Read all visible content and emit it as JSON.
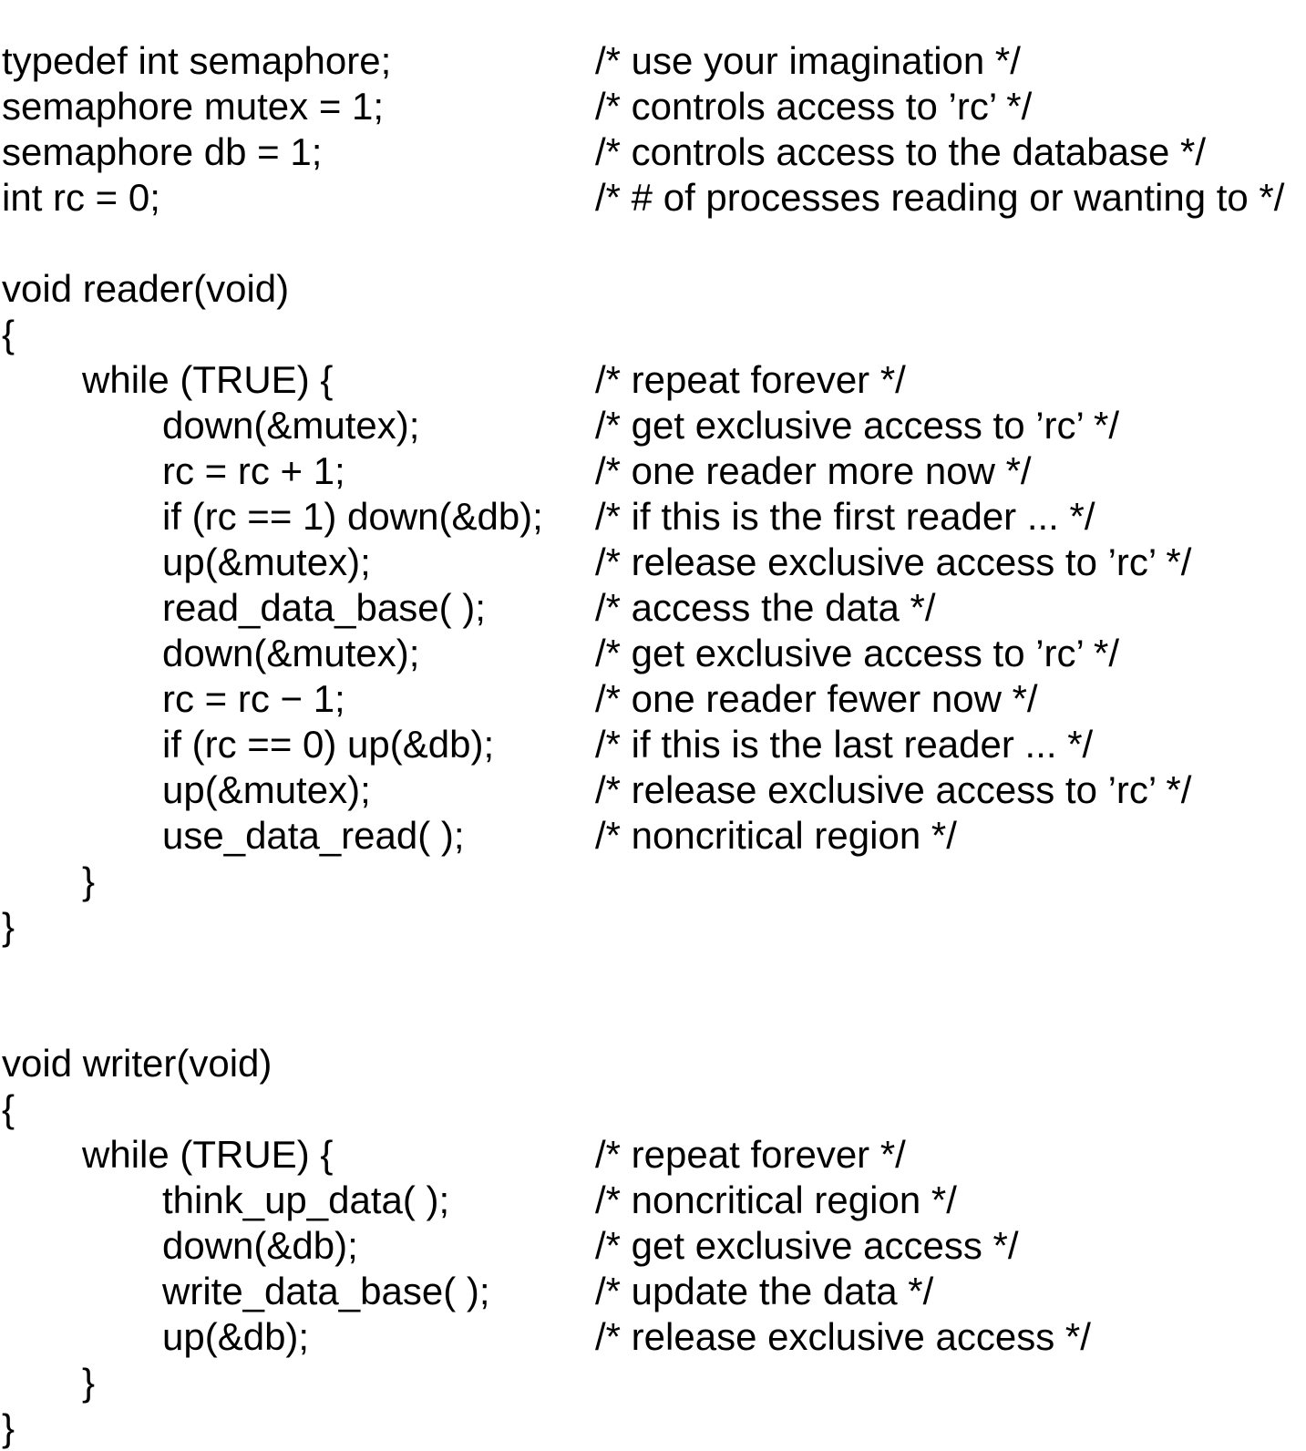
{
  "listing": {
    "language": "c",
    "description": "readers-writers-semaphore-solution",
    "text_color": "#000000",
    "background_color": "#ffffff",
    "lines": [
      {
        "indent": 0,
        "code": "typedef int semaphore;",
        "comment": "/* use your imagination */"
      },
      {
        "indent": 0,
        "code": "semaphore mutex = 1;",
        "comment": "/* controls access to ’rc’ */"
      },
      {
        "indent": 0,
        "code": "semaphore db = 1;",
        "comment": "/* controls access to the database */"
      },
      {
        "indent": 0,
        "code": "int rc = 0;",
        "comment": "/* # of processes reading or wanting to */"
      },
      {
        "indent": 0,
        "code": "",
        "comment": ""
      },
      {
        "indent": 0,
        "code": "void reader(void)",
        "comment": ""
      },
      {
        "indent": 0,
        "code": "{",
        "comment": ""
      },
      {
        "indent": 1,
        "code": "while (TRUE) {",
        "comment": "/* repeat forever */"
      },
      {
        "indent": 2,
        "code": "down(&mutex);",
        "comment": "/* get exclusive access to ’rc’ */"
      },
      {
        "indent": 2,
        "code": "rc = rc + 1;",
        "comment": "/* one reader more now */"
      },
      {
        "indent": 2,
        "code": "if (rc == 1) down(&db);",
        "comment": "/* if this is the first reader ... */"
      },
      {
        "indent": 2,
        "code": "up(&mutex);",
        "comment": "/* release exclusive access to ’rc’ */"
      },
      {
        "indent": 2,
        "code": "read_data_base( );",
        "comment": "/* access the data */"
      },
      {
        "indent": 2,
        "code": "down(&mutex);",
        "comment": "/* get exclusive access to ’rc’ */"
      },
      {
        "indent": 2,
        "code": "rc = rc − 1;",
        "comment": "/* one reader fewer now */"
      },
      {
        "indent": 2,
        "code": "if (rc == 0) up(&db);",
        "comment": "/* if this is the last reader ... */"
      },
      {
        "indent": 2,
        "code": "up(&mutex);",
        "comment": "/* release exclusive access to ’rc’ */"
      },
      {
        "indent": 2,
        "code": "use_data_read( );",
        "comment": "/* noncritical region */"
      },
      {
        "indent": 1,
        "code": "}",
        "comment": ""
      },
      {
        "indent": 0,
        "code": "}",
        "comment": ""
      },
      {
        "indent": 0,
        "code": "",
        "comment": ""
      },
      {
        "indent": 0,
        "code": "",
        "comment": ""
      },
      {
        "indent": 0,
        "code": "void writer(void)",
        "comment": ""
      },
      {
        "indent": 0,
        "code": "{",
        "comment": ""
      },
      {
        "indent": 1,
        "code": "while (TRUE) {",
        "comment": "/* repeat forever */"
      },
      {
        "indent": 2,
        "code": "think_up_data( );",
        "comment": "/* noncritical region */"
      },
      {
        "indent": 2,
        "code": "down(&db);",
        "comment": "/* get exclusive access */"
      },
      {
        "indent": 2,
        "code": "write_data_base( );",
        "comment": "/* update the data */"
      },
      {
        "indent": 2,
        "code": "up(&db);",
        "comment": "/* release exclusive access */"
      },
      {
        "indent": 1,
        "code": "}",
        "comment": ""
      },
      {
        "indent": 0,
        "code": "}",
        "comment": ""
      }
    ]
  }
}
